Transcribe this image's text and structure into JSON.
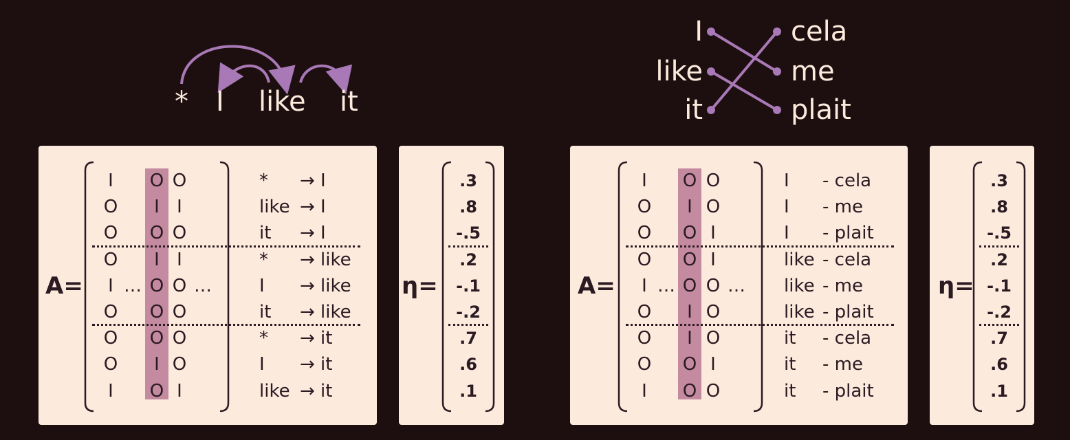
{
  "dependency": {
    "words": [
      "*",
      "I",
      "like",
      "it"
    ]
  },
  "alignment": {
    "source": [
      "I",
      "like",
      "it"
    ],
    "target": [
      "cela",
      "me",
      "plait"
    ]
  },
  "left": {
    "A_label": "A=",
    "eta_label": "η=",
    "matrix": [
      [
        "I",
        "",
        "O",
        "O",
        ""
      ],
      [
        "O",
        "",
        "I",
        "I",
        ""
      ],
      [
        "O",
        "",
        "O",
        "O",
        ""
      ],
      [
        "O",
        "",
        "I",
        "I",
        ""
      ],
      [
        "I",
        "…",
        "O",
        "O",
        "…"
      ],
      [
        "O",
        "",
        "O",
        "O",
        ""
      ],
      [
        "O",
        "",
        "O",
        "O",
        ""
      ],
      [
        "O",
        "",
        "I",
        "O",
        ""
      ],
      [
        "I",
        "",
        "O",
        "I",
        ""
      ]
    ],
    "labels": [
      [
        "*",
        "→ I"
      ],
      [
        "like",
        "→ I"
      ],
      [
        "it",
        "→ I"
      ],
      [
        "*",
        "→ like"
      ],
      [
        "I",
        "→ like"
      ],
      [
        "it",
        "→ like"
      ],
      [
        "*",
        "→ it"
      ],
      [
        "I",
        "→ it"
      ],
      [
        "like",
        "→ it"
      ]
    ],
    "eta": [
      ".3",
      ".8",
      "-.5",
      ".2",
      "-.1",
      "-.2",
      ".7",
      ".6",
      ".1"
    ]
  },
  "right": {
    "A_label": "A=",
    "eta_label": "η=",
    "matrix": [
      [
        "I",
        "",
        "O",
        "O",
        ""
      ],
      [
        "O",
        "",
        "I",
        "O",
        ""
      ],
      [
        "O",
        "",
        "O",
        "I",
        ""
      ],
      [
        "O",
        "",
        "O",
        "I",
        ""
      ],
      [
        "I",
        "…",
        "O",
        "O",
        "…"
      ],
      [
        "O",
        "",
        "I",
        "O",
        ""
      ],
      [
        "O",
        "",
        "I",
        "O",
        ""
      ],
      [
        "O",
        "",
        "O",
        "I",
        ""
      ],
      [
        "I",
        "",
        "O",
        "O",
        ""
      ]
    ],
    "labels": [
      [
        "I",
        "- cela"
      ],
      [
        "I",
        "- me"
      ],
      [
        "I",
        "- plait"
      ],
      [
        "like",
        "- cela"
      ],
      [
        "like",
        "- me"
      ],
      [
        "like",
        "- plait"
      ],
      [
        "it",
        "- cela"
      ],
      [
        "it",
        "- me"
      ],
      [
        "it",
        "- plait"
      ]
    ],
    "eta": [
      ".3",
      ".8",
      "-.5",
      ".2",
      "-.1",
      "-.2",
      ".7",
      ".6",
      ".1"
    ]
  },
  "colors": {
    "background": "#1d0f0f",
    "panel": "#fcebdd",
    "highlight": "#c48aa0",
    "arc": "#a879b6",
    "text_light": "#fcebdd",
    "text_dark": "#2a1a22"
  }
}
